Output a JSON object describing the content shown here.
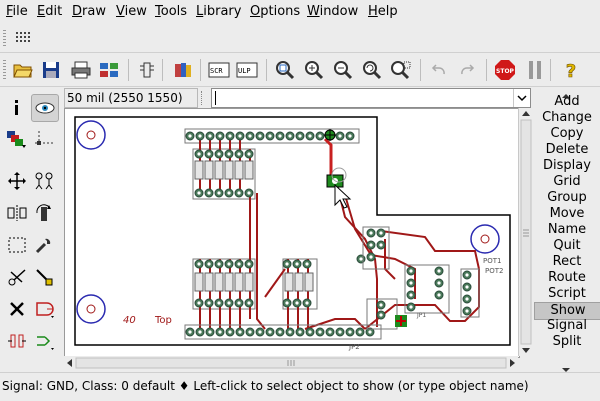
{
  "menu": [
    {
      "label": "File",
      "mnemonic": "F"
    },
    {
      "label": "Edit",
      "mnemonic": "E"
    },
    {
      "label": "Draw",
      "mnemonic": "D"
    },
    {
      "label": "View",
      "mnemonic": "V"
    },
    {
      "label": "Tools",
      "mnemonic": "T"
    },
    {
      "label": "Library",
      "mnemonic": "L"
    },
    {
      "label": "Options",
      "mnemonic": "O"
    },
    {
      "label": "Window",
      "mnemonic": "W"
    },
    {
      "label": "Help",
      "mnemonic": "H"
    }
  ],
  "toolbar": {
    "buttons": [
      "grid-icon",
      "open-icon",
      "save-icon",
      "print-icon",
      "cam-icon",
      "design-link-icon",
      "book-icon",
      "script-icon",
      "ulp-icon",
      "zoom-fit-icon",
      "zoom-in-icon",
      "zoom-out-icon",
      "zoom-redraw-icon",
      "zoom-select-icon",
      "undo-icon",
      "redo-icon",
      "stop-icon",
      "go-icon",
      "help-icon"
    ],
    "stop_label": "STOP"
  },
  "coord_display": "50 mil (2550 1550)",
  "command_line": {
    "value": "",
    "placeholder": ""
  },
  "commands": [
    "Add",
    "Change",
    "Copy",
    "Delete",
    "Display",
    "Grid",
    "Group",
    "Move",
    "Name",
    "Quit",
    "Rect",
    "Route",
    "Script",
    "Show",
    "Signal",
    "Split"
  ],
  "active_command": "Show",
  "board": {
    "labels": {
      "pot1": "POT1",
      "pot2": "POT2",
      "jp1": "JP1",
      "jp2": "JP2",
      "layer_num": "40",
      "layer_name": "Top"
    },
    "colors": {
      "outline": "#000000",
      "via": "#1e8a1e",
      "trace": "#a01818",
      "pad_ring": "#5a7a6a",
      "hole": "#2a2ab0",
      "text": "#a01818"
    }
  },
  "status_text": "Signal: GND, Class: 0 default  ♦ Left-click to select object to show (or type object name)"
}
